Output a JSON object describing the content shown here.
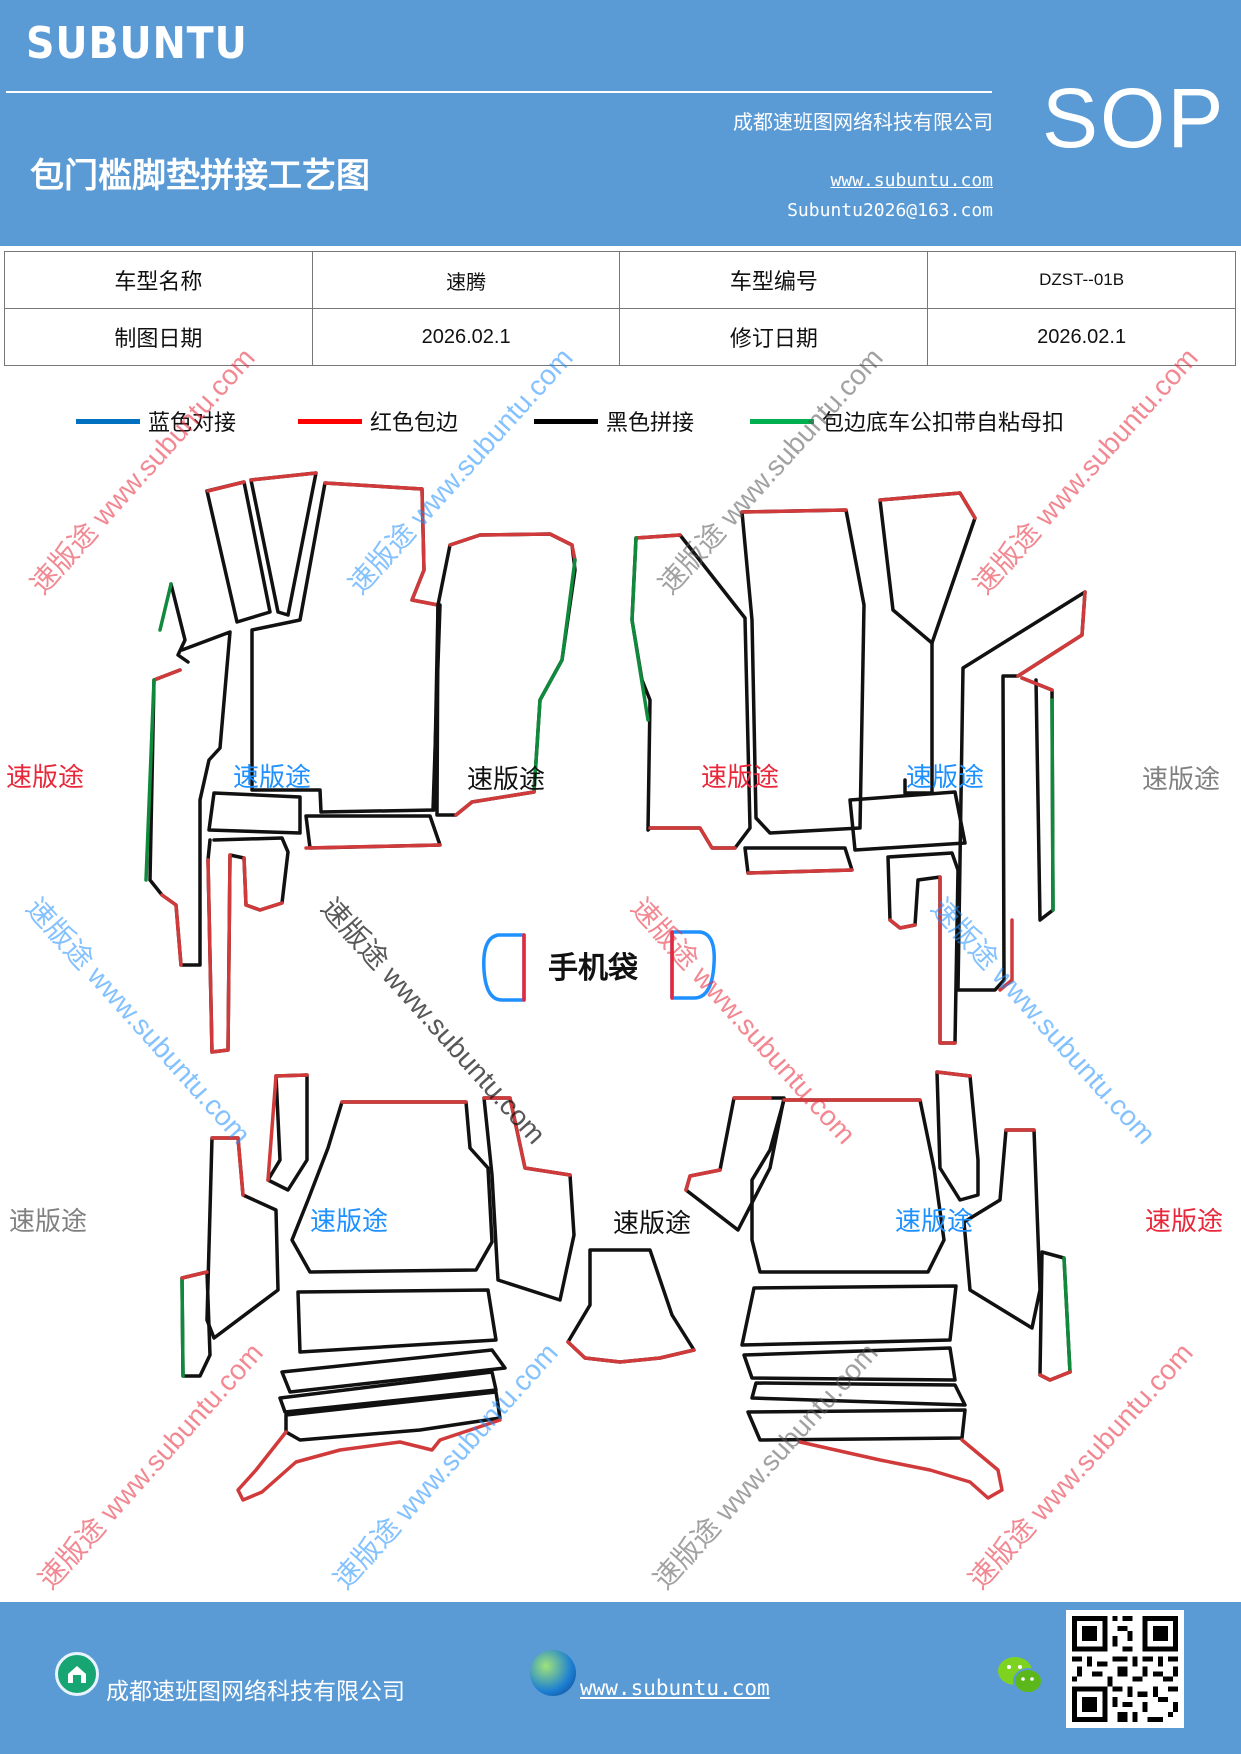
{
  "header": {
    "brand": "SUBUNTU",
    "title": "包门槛脚垫拼接工艺图",
    "company": "成都速班图网络科技有限公司",
    "website": "www.subuntu.com",
    "email": "Subuntu2026@163.com",
    "badge": "SOP"
  },
  "info": {
    "model_name_label": "车型名称",
    "model_name_value": "速腾",
    "model_code_label": "车型编号",
    "model_code_value": "DZST--01B",
    "draw_date_label": "制图日期",
    "draw_date_value": "2026.02.1",
    "revise_date_label": "修订日期",
    "revise_date_value": "2026.02.1"
  },
  "legend": [
    {
      "label": "蓝色对接",
      "color": "#0070c0"
    },
    {
      "label": "红色包边",
      "color": "#ff0000"
    },
    {
      "label": "黑色拼接",
      "color": "#000000"
    },
    {
      "label": "包边底车公扣带自粘母扣",
      "color": "#00b050"
    }
  ],
  "diagram": {
    "phone_bag_label": "手机袋",
    "watermark_brand": "速版途",
    "watermark_diagonal": "速版途 www.subuntu.com",
    "colors": {
      "blue": "#1e90ff",
      "red": "#e8283a",
      "black": "#111111",
      "gray": "#808080",
      "green": "#0f8a3c",
      "outline_red": "#d13a3a"
    }
  },
  "footer": {
    "company": "成都速班图网络科技有限公司",
    "website": "www.subuntu.com"
  }
}
